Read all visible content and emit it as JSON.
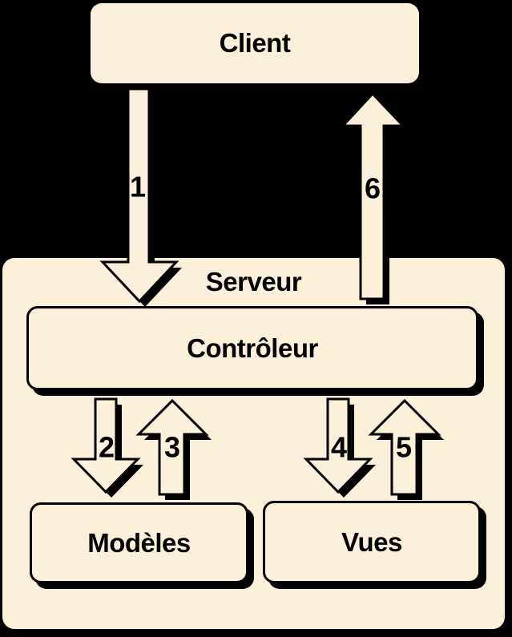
{
  "theme": {
    "bg": "#000000",
    "cream": "#FBF1DA",
    "ink": "#000000"
  },
  "boxes": {
    "client": "Client",
    "server": "Serveur",
    "controller": "Contrôleur",
    "models": "Modèles",
    "views": "Vues"
  },
  "arrows": [
    {
      "label": "1",
      "direction": "down",
      "from": "Client",
      "to": "Contrôleur"
    },
    {
      "label": "2",
      "direction": "down",
      "from": "Contrôleur",
      "to": "Modèles"
    },
    {
      "label": "3",
      "direction": "up",
      "from": "Modèles",
      "to": "Contrôleur"
    },
    {
      "label": "4",
      "direction": "down",
      "from": "Contrôleur",
      "to": "Vues"
    },
    {
      "label": "5",
      "direction": "up",
      "from": "Vues",
      "to": "Contrôleur"
    },
    {
      "label": "6",
      "direction": "up",
      "from": "Serveur",
      "to": "Client"
    }
  ]
}
